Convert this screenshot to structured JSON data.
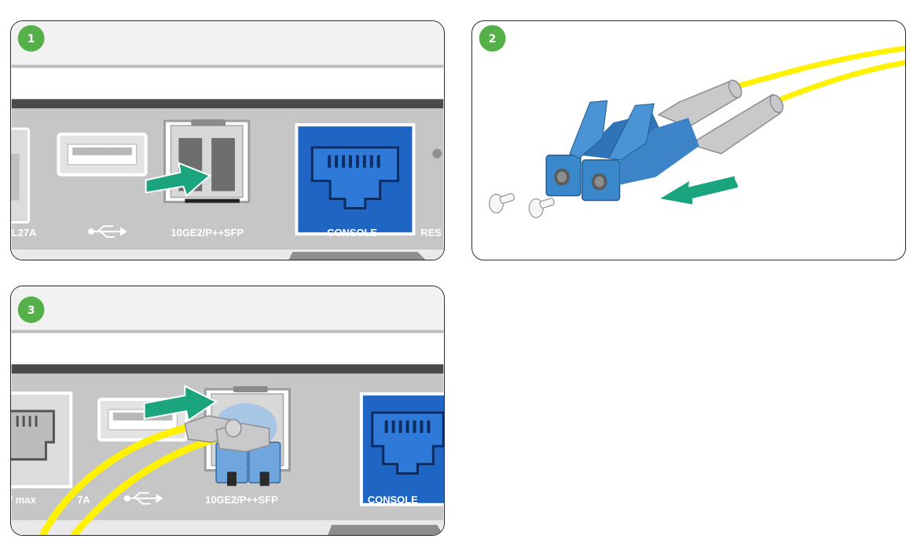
{
  "steps": {
    "step1": {
      "number": "1",
      "labels": {
        "left_partial": "L27A",
        "sfp": "10GE2/P++SFP",
        "console": "CONSOLE",
        "right_partial": "RES"
      },
      "icons": [
        "usb-port-icon",
        "usb-symbol-icon",
        "sfp-cage-icon",
        "console-port-icon",
        "insert-arrow-icon"
      ]
    },
    "step2": {
      "number": "2",
      "icons": [
        "lc-duplex-connector-icon",
        "dust-cap-icon",
        "remove-arrow-icon",
        "fiber-cable-icon"
      ]
    },
    "step3": {
      "number": "3",
      "labels": {
        "left_partial": "/ max",
        "left_partial_end": "7A",
        "sfp": "10GE2/P++SFP",
        "console": "CONSOLE"
      },
      "icons": [
        "ethernet-port-icon",
        "usb-port-icon",
        "usb-symbol-icon",
        "sfp-cage-icon",
        "console-port-icon",
        "insert-arrow-icon",
        "fiber-cable-icon"
      ]
    }
  },
  "colors": {
    "badge": "#55b04a",
    "arrow": "#1aa57e",
    "connector_blue": "#3b87cc",
    "console_blue": "#1f66c4",
    "fiber_yellow": "#fff200",
    "device_gray": "#c6c6c7"
  }
}
